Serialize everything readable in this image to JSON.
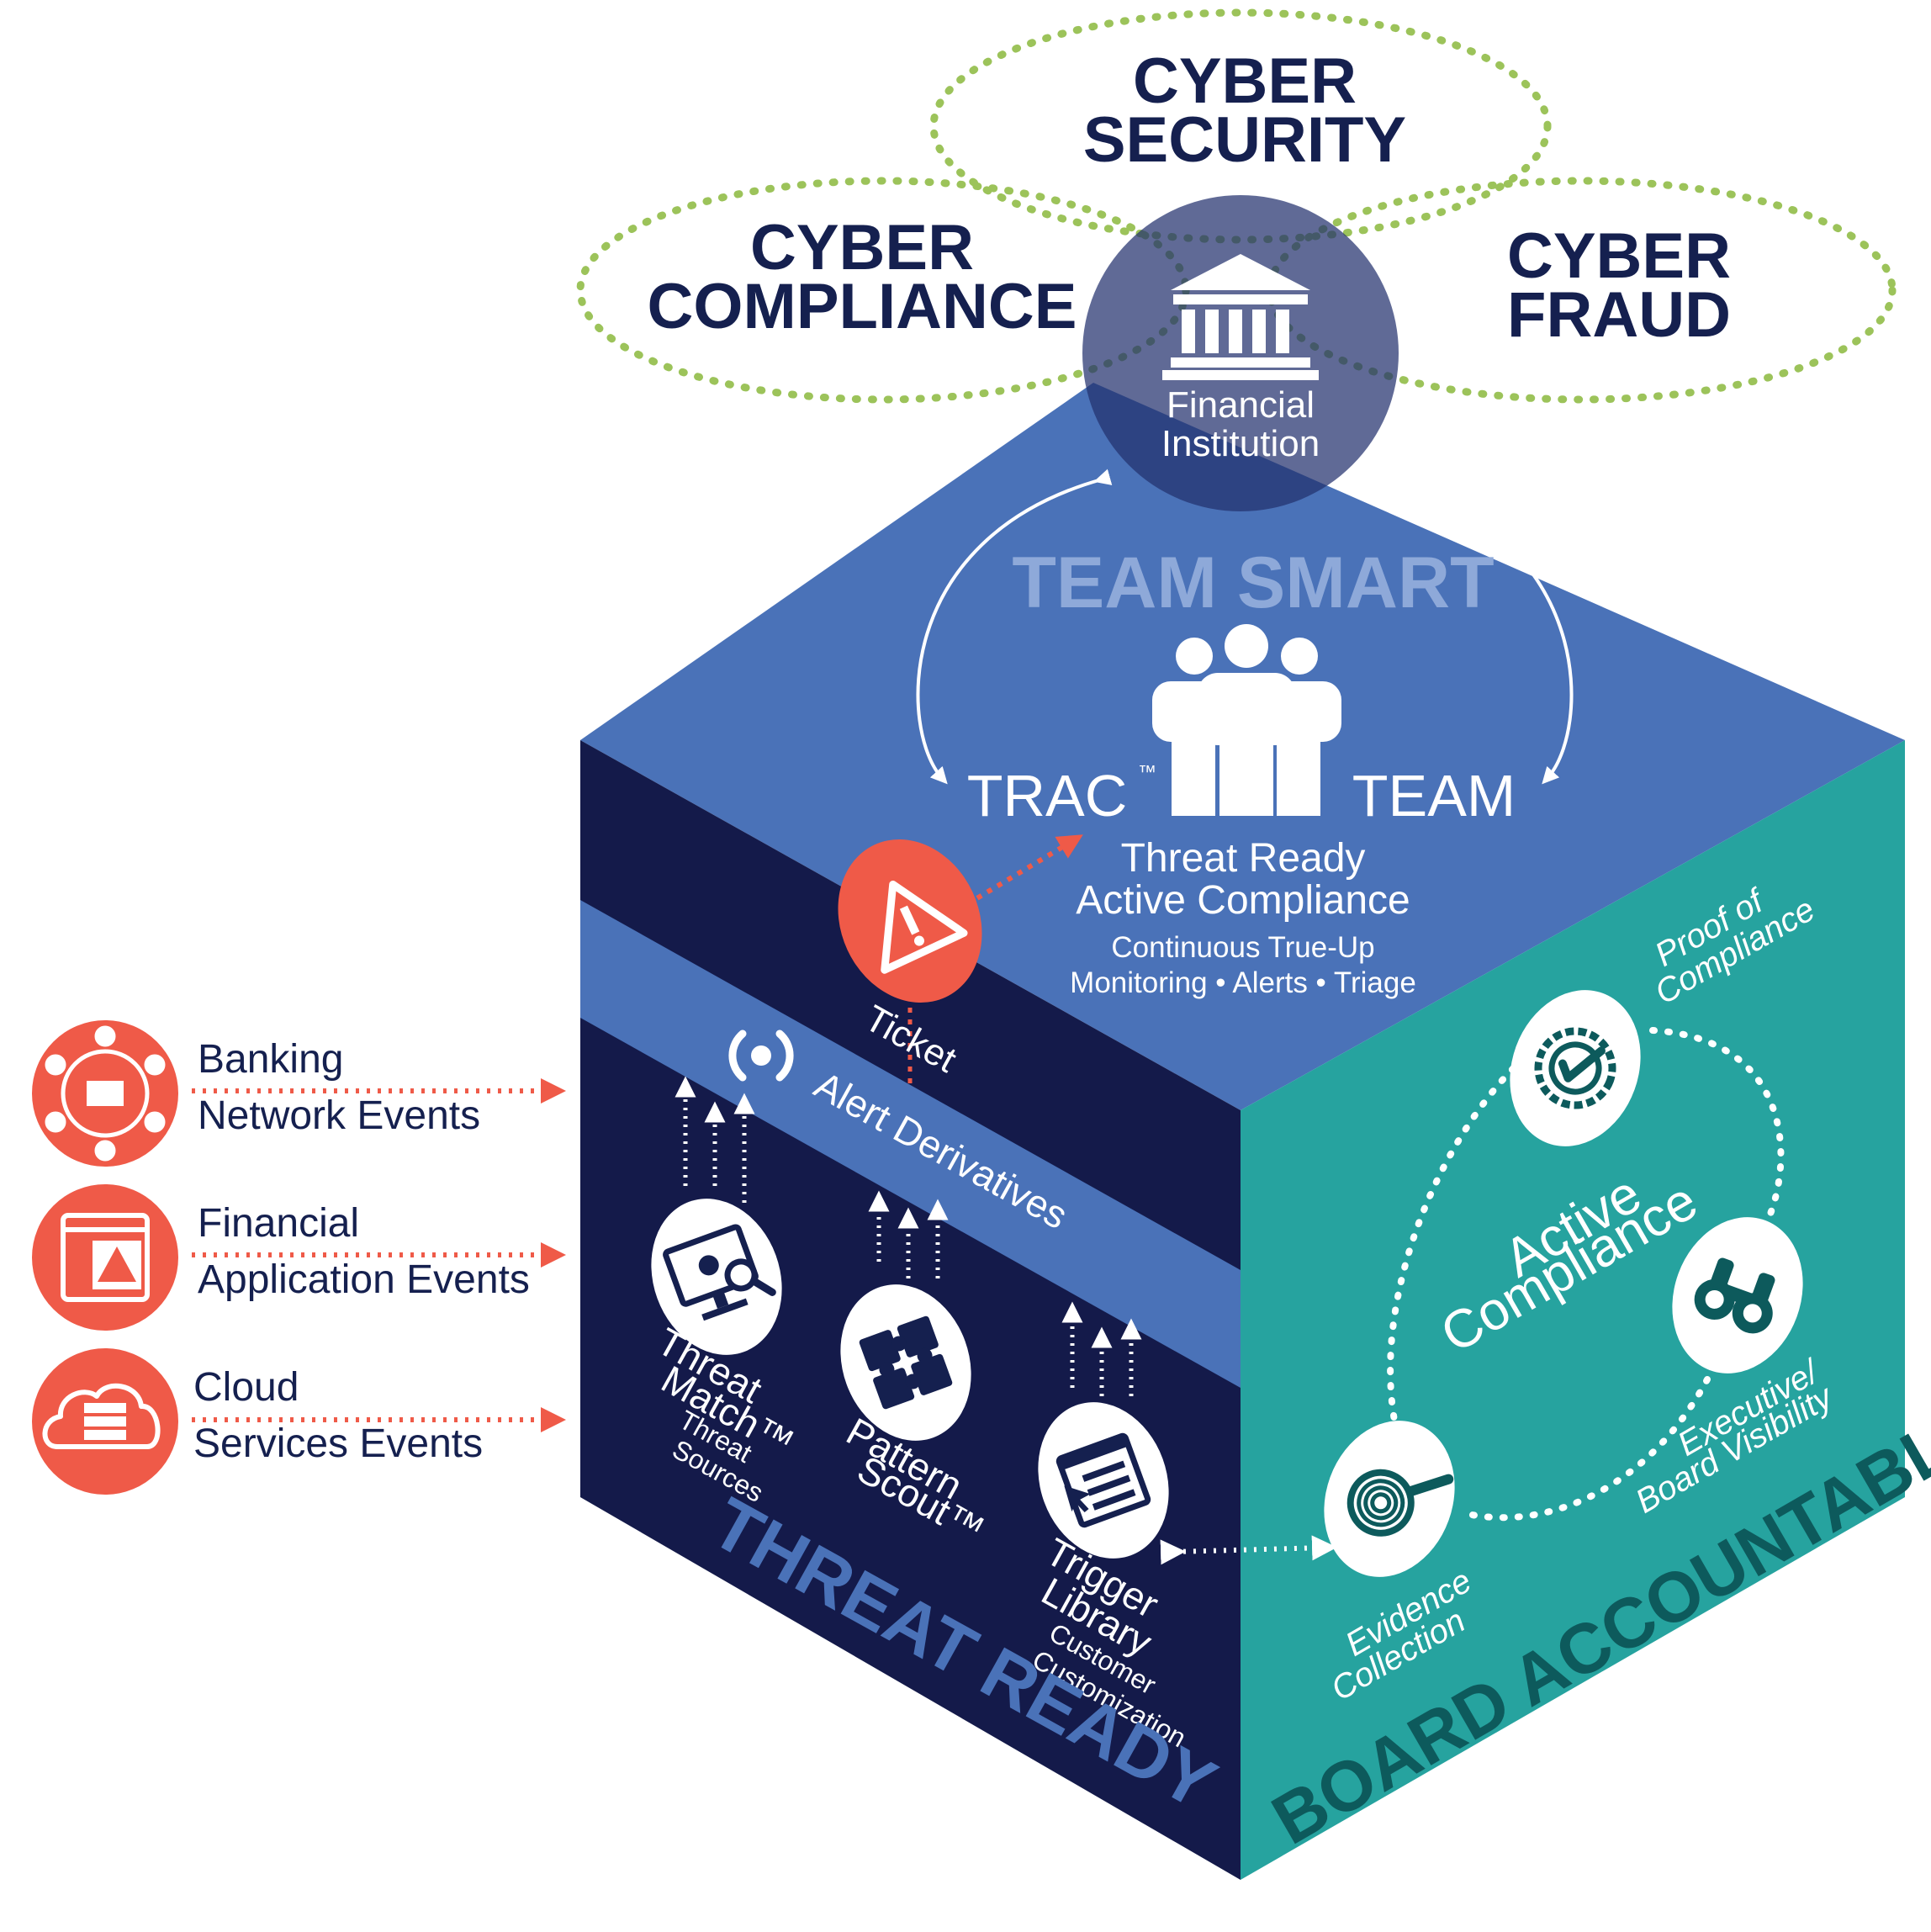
{
  "top_circles": {
    "security": [
      "CYBER",
      "SECURITY"
    ],
    "compliance": [
      "CYBER",
      "COMPLIANCE"
    ],
    "fraud": [
      "CYBER",
      "FRAUD"
    ]
  },
  "center": {
    "label": [
      "Financial",
      "Institution"
    ],
    "icon": "bank-icon"
  },
  "top_face": {
    "title": "TEAM SMART",
    "trac": "TRAC",
    "trac_tm": "™",
    "team": "TEAM",
    "heading": [
      "Threat Ready",
      "Active Compliance"
    ],
    "sub": [
      "Continuous True-Up",
      "Monitoring • Alerts • Triage"
    ],
    "team_icon": "people-icon"
  },
  "ticket": {
    "label": "Ticket",
    "icon": "warning-icon"
  },
  "band": {
    "label": "Alert Derivatives",
    "icon": "signal-icon"
  },
  "left_face": {
    "title": "THREAT READY",
    "tools": [
      {
        "name": [
          "Threat",
          "Match™"
        ],
        "sub": [
          "Threat",
          "Sources"
        ],
        "icon": "monitor-virus-icon"
      },
      {
        "name": [
          "Pattern",
          "Scout™"
        ],
        "sub": [],
        "icon": "puzzle-icon"
      },
      {
        "name": [
          "Trigger",
          "Library"
        ],
        "sub": [
          "Customer",
          "Customization"
        ],
        "icon": "browser-cursor-icon"
      }
    ]
  },
  "right_face": {
    "title": "BOARD ACCOUNTABLE",
    "center": [
      "Active",
      "Compliance"
    ],
    "items": [
      {
        "label": [
          "Proof of",
          "Compliance"
        ],
        "icon": "badge-check-icon"
      },
      {
        "label": [
          "Executive/",
          "Board Visibility"
        ],
        "icon": "binoculars-icon"
      },
      {
        "label": [
          "Evidence",
          "Collection"
        ],
        "icon": "fingerprint-icon"
      }
    ]
  },
  "events": [
    {
      "label": [
        "Banking",
        "Network Events"
      ],
      "icon": "bank-network-icon"
    },
    {
      "label": [
        "Financial",
        "Application Events"
      ],
      "icon": "app-warning-icon"
    },
    {
      "label": [
        "Cloud",
        "Services Events"
      ],
      "icon": "cloud-server-icon"
    }
  ],
  "colors": {
    "navy": "#15204f",
    "navy_face": "#141a4a",
    "blue_face": "#4a72b8",
    "teal_face": "#26a39f",
    "teal_text": "#0d5a5c",
    "green_dots": "#9cc35a",
    "orange": "#ef5a48",
    "center_circle": "#3b4a8c"
  }
}
